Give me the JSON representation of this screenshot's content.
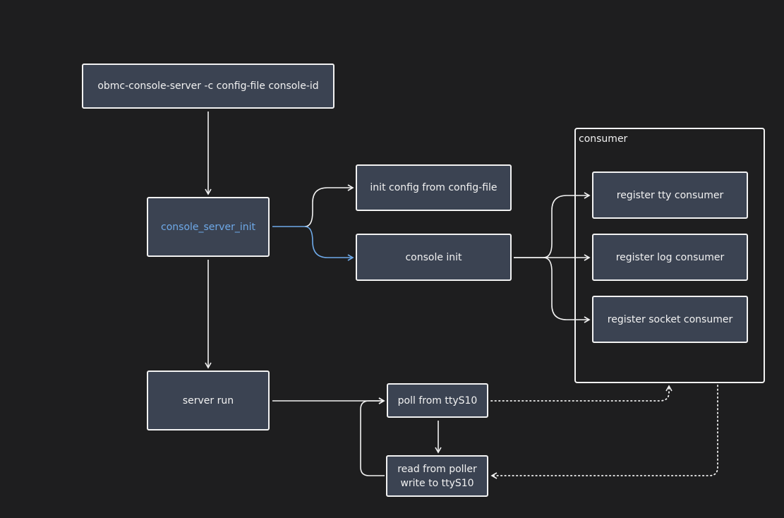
{
  "diagram": {
    "nodes": {
      "cmd": {
        "label": "obmc-console-server -c config-file console-id"
      },
      "init": {
        "label": "console_server_init"
      },
      "config": {
        "label": "init config from config-file"
      },
      "console_init": {
        "label": "console init"
      },
      "server_run": {
        "label": "server run"
      },
      "poll": {
        "label": "poll from ttyS10"
      },
      "read": {
        "line1": "read from poller",
        "line2": "write to ttyS10"
      }
    },
    "consumer_group": {
      "title": "consumer",
      "items": [
        {
          "label": "register tty consumer"
        },
        {
          "label": "register log consumer"
        },
        {
          "label": "register socket consumer"
        }
      ]
    },
    "colors": {
      "background": "#1e1e1f",
      "node_fill": "#3b4352",
      "stroke": "#f2f2f2",
      "accent": "#6ea9e8"
    }
  }
}
